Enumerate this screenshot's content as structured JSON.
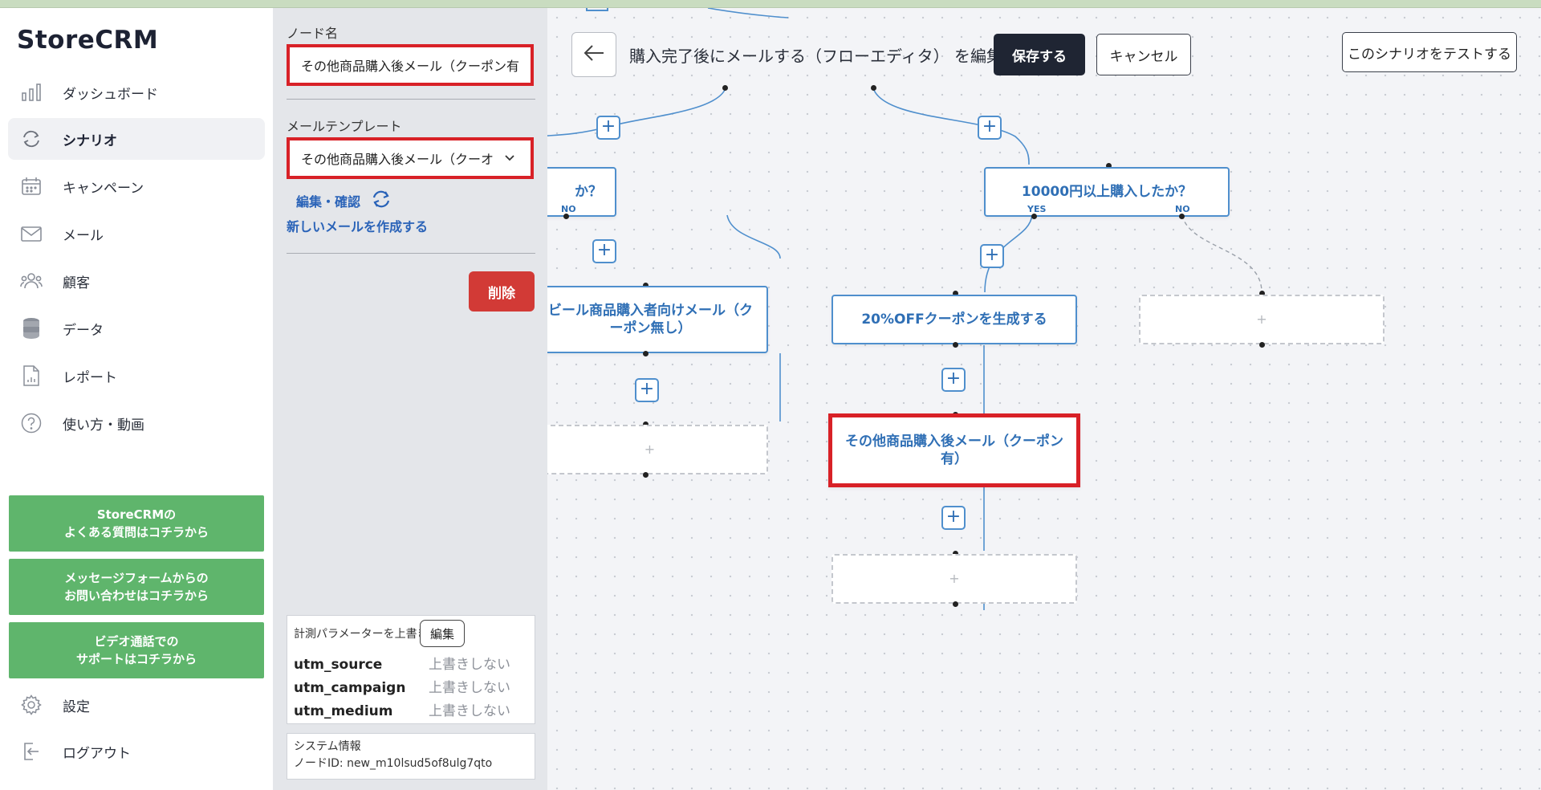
{
  "app": {
    "logo": "StoreCRM"
  },
  "sidebar": {
    "items": [
      {
        "label": "ダッシュボード",
        "icon": "bar-chart-icon"
      },
      {
        "label": "シナリオ",
        "icon": "refresh-icon",
        "active": true
      },
      {
        "label": "キャンペーン",
        "icon": "calendar-icon"
      },
      {
        "label": "メール",
        "icon": "mail-icon"
      },
      {
        "label": "顧客",
        "icon": "users-icon"
      },
      {
        "label": "データ",
        "icon": "database-icon"
      },
      {
        "label": "レポート",
        "icon": "report-icon"
      },
      {
        "label": "使い方・動画",
        "icon": "help-icon"
      }
    ],
    "promos": [
      {
        "line1": "StoreCRMの",
        "line2": "よくある質問はコチラから"
      },
      {
        "line1": "メッセージフォームからの",
        "line2": "お問い合わせはコチラから"
      },
      {
        "line1": "ビデオ通話での",
        "line2": "サポートはコチラから"
      }
    ],
    "settings_label": "設定",
    "logout_label": "ログアウト",
    "colors": {
      "promo_green": "#5fb56c"
    }
  },
  "panel": {
    "node_name_label": "ノード名",
    "node_name_value": "その他商品購入後メール（クーポン有",
    "template_label": "メールテンプレート",
    "template_value": "その他商品購入後メール（クーオ",
    "edit_confirm_link": "編集・確認",
    "new_mail_link": "新しいメールを作成する",
    "delete_label": "削除",
    "params": {
      "title": "計測パラメーターを上書き",
      "edit_label": "編集",
      "rows": [
        {
          "key": "utm_source",
          "value": "上書きしない"
        },
        {
          "key": "utm_campaign",
          "value": "上書きしない"
        },
        {
          "key": "utm_medium",
          "value": "上書きしない"
        }
      ]
    },
    "system": {
      "title": "システム情報",
      "node_id": "ノードID: new_m10lsud5of8ulg7qto"
    },
    "colors": {
      "highlight_red": "#d82127",
      "delete_red": "#d23a36"
    }
  },
  "editor": {
    "title": "購入完了後にメールする（フローエディタ） を編集中",
    "save_label": "保存する",
    "cancel_label": "キャンセル",
    "test_label": "このシナリオをテストする"
  },
  "flow": {
    "node_left_condition": "か？",
    "node_left_condition_no": "NO",
    "node_beer_mail": "ビール商品購入者向けメール（クーポン無し）",
    "node_condition": "10000円以上購入したか？",
    "yes_label": "YES",
    "no_label": "NO",
    "node_coupon": "20%OFFクーポンを生成する",
    "node_selected": "その他商品購入後メール（クーポン有）",
    "empty_plus": "+",
    "plus": "+"
  }
}
